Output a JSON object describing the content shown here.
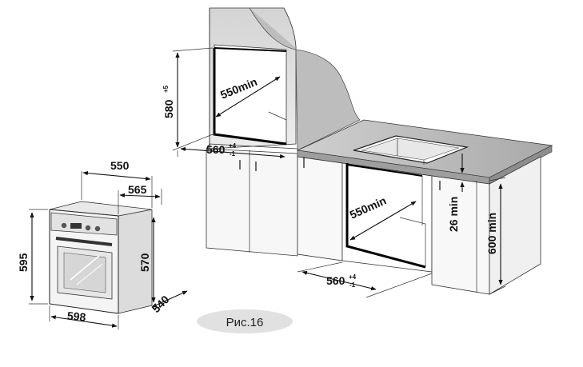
{
  "figure": {
    "caption": "Рис.16"
  },
  "oven": {
    "height": "595",
    "width": "598",
    "depth_top": "550",
    "depth_total": "565",
    "body_height": "570",
    "body_depth": "540"
  },
  "wall_niche": {
    "depth": "550min",
    "height": "580",
    "height_tolerance": "+5",
    "width": "560",
    "width_tol_plus": "+4",
    "width_tol_minus": "-1"
  },
  "under_counter": {
    "depth": "550min",
    "gap": "26 min",
    "height": "600 min",
    "width": "560",
    "width_tol_plus": "+4",
    "width_tol_minus": "-1"
  }
}
